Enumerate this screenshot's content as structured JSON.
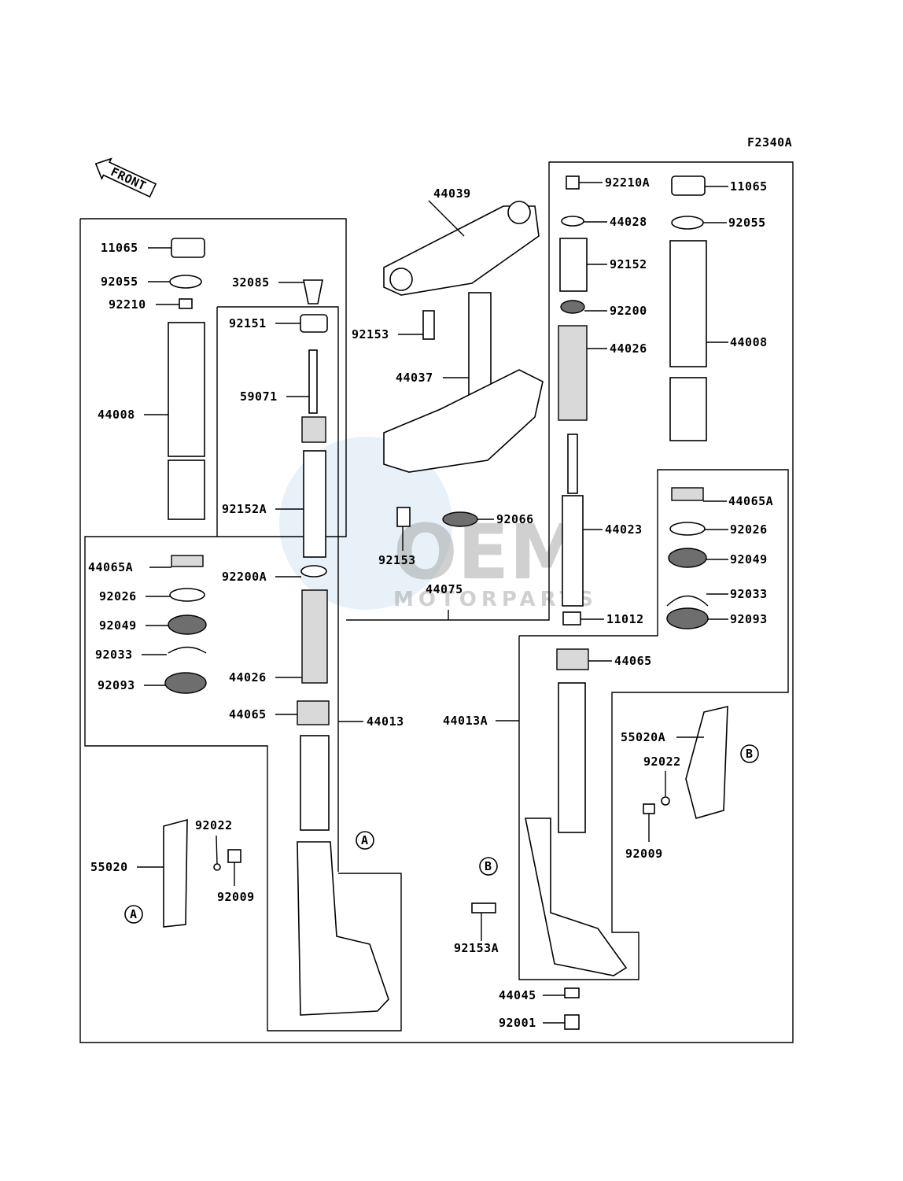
{
  "diagram_code": "F2340A",
  "front_label": "FRONT",
  "watermark": {
    "main": "OEM",
    "sub": "MOTORPARTS"
  },
  "callouts": {
    "a": "A",
    "b": "B"
  },
  "labels": {
    "p11065_l": "11065",
    "p92055_l": "92055",
    "p92210": "92210",
    "p44008_l": "44008",
    "p44065A_l": "44065A",
    "p92026_l": "92026",
    "p92049_l": "92049",
    "p92033_l": "92033",
    "p92093_l": "92093",
    "p55020": "55020",
    "p92022_l": "92022",
    "p92009_l": "92009",
    "p32085": "32085",
    "p92151": "92151",
    "p59071": "59071",
    "p92152A": "92152A",
    "p92200A": "92200A",
    "p44026_l": "44026",
    "p44065_l": "44065",
    "p44013": "44013",
    "p44039": "44039",
    "p92153_t": "92153",
    "p44037": "44037",
    "p92153_b": "92153",
    "p92066": "92066",
    "p44075": "44075",
    "p92210A": "92210A",
    "p44028": "44028",
    "p92152": "92152",
    "p92200": "92200",
    "p44026_r": "44026",
    "p44023": "44023",
    "p11012": "11012",
    "p44065_r": "44065",
    "p44013A": "44013A",
    "p92153A": "92153A",
    "p44045": "44045",
    "p92001": "92001",
    "p11065_r": "11065",
    "p92055_r": "92055",
    "p44008_r": "44008",
    "p44065A_r": "44065A",
    "p92026_r": "92026",
    "p92049_r": "92049",
    "p92033_r": "92033",
    "p92093_r": "92093",
    "p55020A": "55020A",
    "p92022_r": "92022",
    "p92009_r": "92009"
  }
}
